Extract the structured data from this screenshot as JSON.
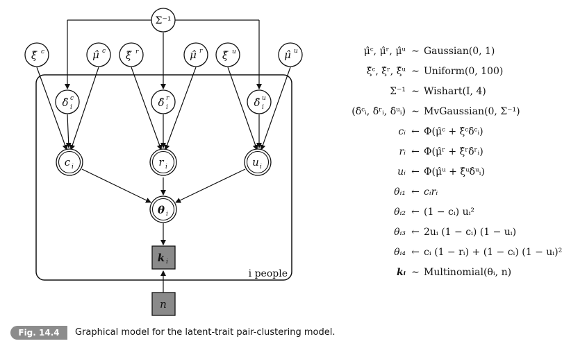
{
  "nodes": {
    "sigma_inv": "Σ⁻¹",
    "xi_c": "ξ̂",
    "mu_c": "μ̂",
    "xi_r": "ξ̂",
    "mu_r": "μ̂",
    "xi_u": "ξ̂",
    "mu_u": "μ̂",
    "sup_c": "c",
    "sup_r": "r",
    "sup_u": "u",
    "delta": "δ̂",
    "sub_i": "i",
    "c_i": "c",
    "r_i": "r",
    "u_i": "u",
    "theta": "θ",
    "k": "k",
    "n": "n"
  },
  "plate_label": "i people",
  "equations": [
    {
      "lhs": "μ̂ᶜ, μ̂ʳ, μ̂ᵘ",
      "op": "∼",
      "rhs": "Gaussian(0, 1)"
    },
    {
      "lhs": "ξ̂ᶜ, ξ̂ʳ, ξ̂ᵘ",
      "op": "∼",
      "rhs": "Uniform(0, 100)"
    },
    {
      "lhs": "Σ⁻¹",
      "op": "∼",
      "rhs": "Wishart(I, 4)"
    },
    {
      "lhs": "(δ̂ᶜᵢ, δ̂ʳᵢ, δ̂ᵘᵢ)",
      "op": "∼",
      "rhs": "MvGaussian(0, Σ⁻¹)"
    },
    {
      "lhs": "cᵢ",
      "op": "←",
      "rhs": "Φ(μ̂ᶜ + ξ̂ᶜδ̂ᶜᵢ)"
    },
    {
      "lhs": "rᵢ",
      "op": "←",
      "rhs": "Φ(μ̂ʳ + ξ̂ʳδ̂ʳᵢ)"
    },
    {
      "lhs": "uᵢ",
      "op": "←",
      "rhs": "Φ(μ̂ᵘ + ξ̂ᵘδ̂ᵘᵢ)"
    },
    {
      "lhs": "θᵢ₁",
      "op": "←",
      "rhs": "cᵢrᵢ"
    },
    {
      "lhs": "θᵢ₂",
      "op": "←",
      "rhs": "(1 − cᵢ) uᵢ²"
    },
    {
      "lhs": "θᵢ₃",
      "op": "←",
      "rhs": "2uᵢ (1 − cᵢ) (1 − uᵢ)"
    },
    {
      "lhs": "θᵢ₄",
      "op": "←",
      "rhs": "cᵢ (1 − rᵢ) + (1 − cᵢ) (1 − uᵢ)²"
    },
    {
      "lhs": "kᵢ",
      "op": "∼",
      "rhs": "Multinomial(θᵢ, n)"
    }
  ],
  "caption": {
    "fig_tag": "Fig. 14.4",
    "text": "Graphical model for the latent-trait pair-clustering model."
  }
}
